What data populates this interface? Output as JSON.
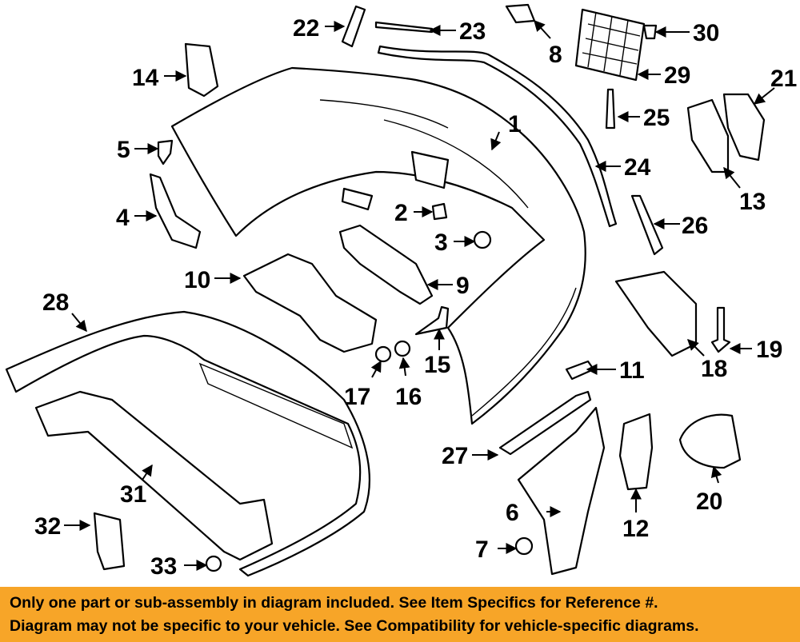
{
  "diagram": {
    "callouts": [
      "1",
      "2",
      "3",
      "4",
      "5",
      "6",
      "7",
      "8",
      "9",
      "10",
      "11",
      "12",
      "13",
      "14",
      "15",
      "16",
      "17",
      "18",
      "19",
      "20",
      "21",
      "22",
      "23",
      "24",
      "25",
      "26",
      "27",
      "28",
      "29",
      "30",
      "31",
      "32",
      "33"
    ]
  },
  "footer": {
    "line1": "Only one part or sub-assembly in diagram included. See Item Specifics for Reference #.",
    "line2": "Diagram may not be specific to your vehicle. See Compatibility for vehicle-specific diagrams."
  }
}
